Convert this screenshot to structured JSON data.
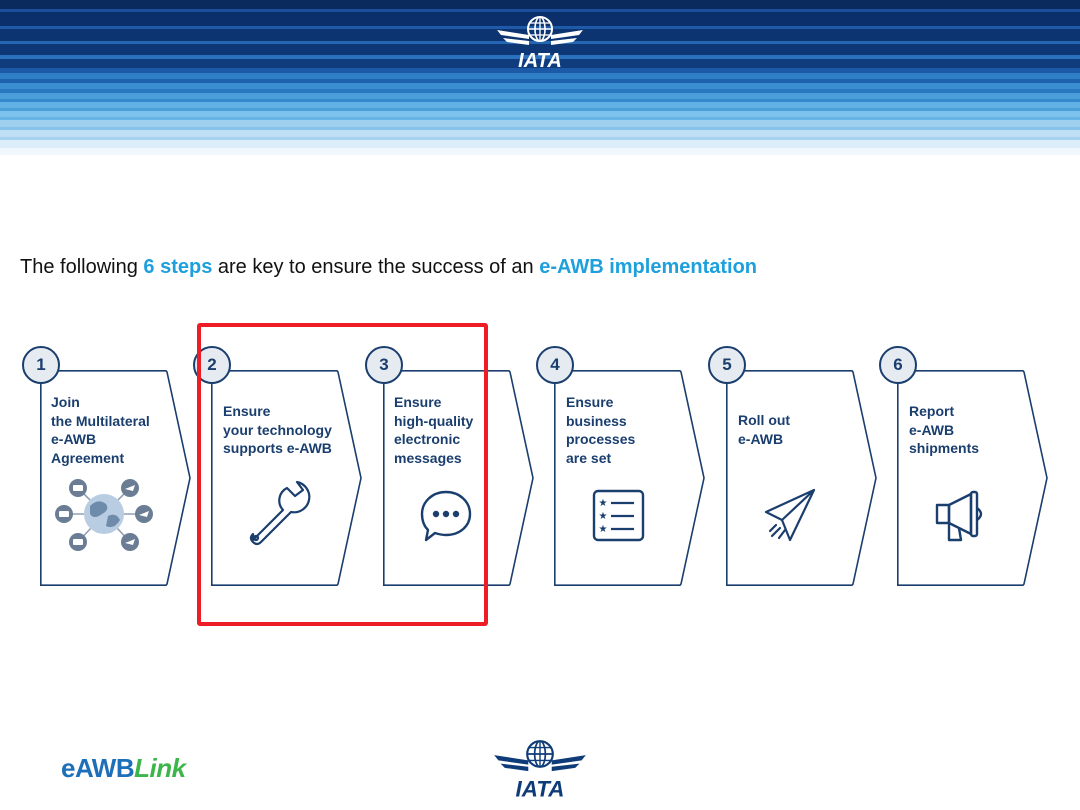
{
  "header": {
    "logo_text": "IATA",
    "colors": {
      "navy": "#0b2f6b",
      "blue": "#1e6fb5",
      "light_blue": "#9fd0ee"
    }
  },
  "headline": {
    "part1": "The following ",
    "highlight1": "6 steps",
    "part2": " are key to ensure the success of an ",
    "highlight2": "e-AWB implementation"
  },
  "steps": [
    {
      "number": "1",
      "title": "Join\nthe Multilateral\ne-AWB\nAgreement",
      "icon": "globe-network-icon"
    },
    {
      "number": "2",
      "title": "Ensure\nyour technology\nsupports e-AWB",
      "icon": "wrench-icon"
    },
    {
      "number": "3",
      "title": "Ensure\nhigh-quality\nelectronic\nmessages",
      "icon": "chat-bubble-icon"
    },
    {
      "number": "4",
      "title": "Ensure\nbusiness\nprocesses\nare set",
      "icon": "checklist-icon"
    },
    {
      "number": "5",
      "title": "Roll out\ne-AWB",
      "icon": "paper-plane-icon"
    },
    {
      "number": "6",
      "title": "Report\ne-AWB\nshipments",
      "icon": "megaphone-icon"
    }
  ],
  "highlight_color": "#ee1c24",
  "footer": {
    "brand_main": "eAWB",
    "brand_accent": "Link",
    "logo_text": "IATA"
  }
}
